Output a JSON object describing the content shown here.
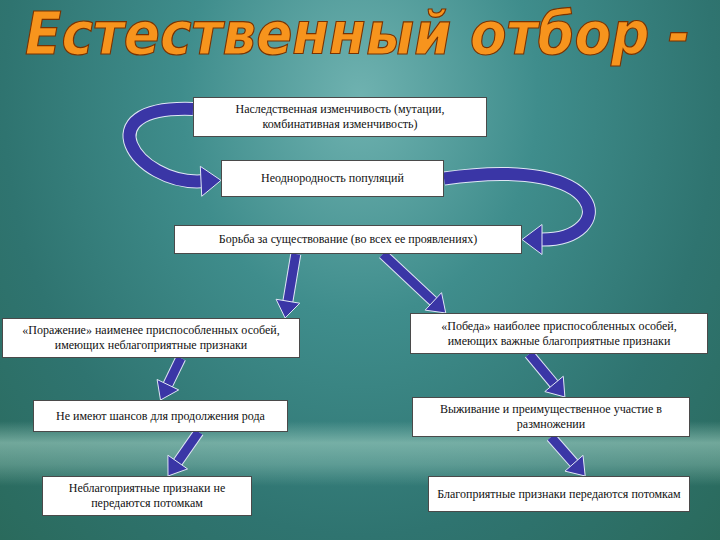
{
  "diagram": {
    "title": "Естественный отбор -",
    "nodes": [
      {
        "text": [
          "Наследственная изменчивость (мутации, комбинативная изменчивость)"
        ]
      },
      {
        "text": [
          "Неоднородность популяций"
        ]
      },
      {
        "text": [
          "Борьба за существование (во всех ее проявлениях)"
        ]
      },
      {
        "text": [
          "«Поражение» наименее приспособленных особей, имеющих неблагоприятные признаки"
        ]
      },
      {
        "text": [
          "«Победа» наиболее приспособленных особей, имеющих важные благоприятные признаки"
        ]
      },
      {
        "text": [
          "Не имеют шансов для продолжения рода"
        ]
      },
      {
        "text": [
          "Выживание и преимущественное участие в размножении"
        ]
      },
      {
        "text": [
          "Неблагоприятные признаки не передаются потомкам"
        ]
      },
      {
        "text": [
          "Благоприятные признаки передаются потомкам"
        ]
      }
    ],
    "edges": [
      {
        "from": 0,
        "to": 1,
        "arrow": "to"
      },
      {
        "from": 1,
        "to": 2,
        "arrow": "to"
      },
      {
        "from": 2,
        "to": 3,
        "arrow": "to"
      },
      {
        "from": 2,
        "to": 4,
        "arrow": "to"
      },
      {
        "from": 3,
        "to": 5,
        "arrow": "to"
      },
      {
        "from": 4,
        "to": 6,
        "arrow": "to"
      },
      {
        "from": 5,
        "to": 7,
        "arrow": "to"
      },
      {
        "from": 6,
        "to": 8,
        "arrow": "to"
      }
    ]
  }
}
